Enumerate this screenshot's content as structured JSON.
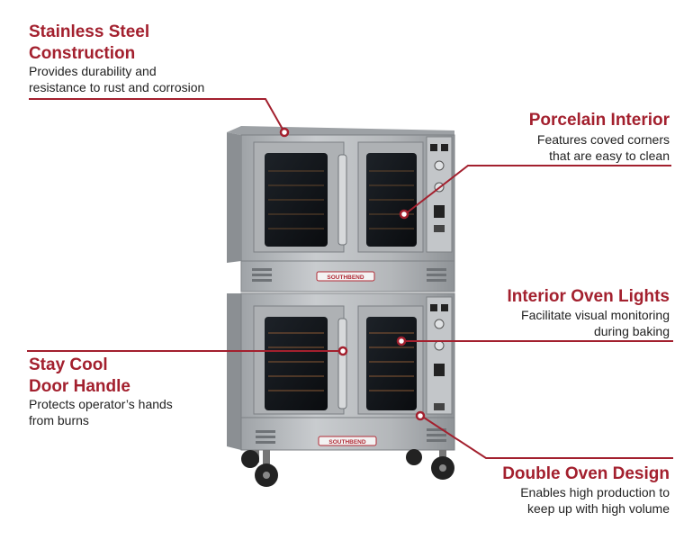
{
  "callouts": {
    "stainless_steel": {
      "title_line1": "Stainless Steel",
      "title_line2": "Construction",
      "desc_line1": "Provides durability and",
      "desc_line2": "resistance to rust and corrosion"
    },
    "porcelain_interior": {
      "title": "Porcelain Interior",
      "desc_line1": "Features coved corners",
      "desc_line2": "that are easy to clean"
    },
    "interior_lights": {
      "title": "Interior Oven Lights",
      "desc_line1": "Facilitate visual monitoring",
      "desc_line2": "during baking"
    },
    "door_handle": {
      "title_line1": "Stay Cool",
      "title_line2": "Door Handle",
      "desc_line1": "Protects operator’s hands",
      "desc_line2": "from burns"
    },
    "double_oven": {
      "title": "Double Oven Design",
      "desc_line1": "Enables high production to",
      "desc_line2": "keep up with high volume"
    }
  },
  "product": {
    "brand_badge_top": "SOUTHBEND",
    "brand_badge_bottom": "SOUTHBEND"
  },
  "colors": {
    "accent": "#a3202e",
    "steel": "#b9bcbf"
  }
}
